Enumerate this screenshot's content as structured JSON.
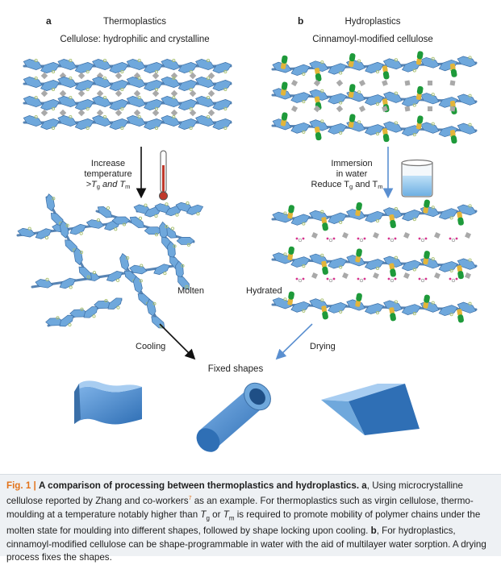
{
  "panel_a": {
    "letter": "a",
    "heading": "Thermoplastics",
    "subheading": "Cellulose: hydrophilic and crystalline",
    "step_line1": "Increase",
    "step_line2": "temperature",
    "step_line3_prefix": ">T",
    "step_line3_sub1": "g",
    "step_line3_mid": " and T",
    "step_line3_sub2": "m",
    "state_label": "Molten",
    "cooling_label": "Cooling"
  },
  "panel_b": {
    "letter": "b",
    "heading": "Hydroplastics",
    "subheading": "Cinnamoyl-modified cellulose",
    "step_line1": "Immersion",
    "step_line2": "in water",
    "step_line3_prefix": "Reduce T",
    "step_line3_sub1": "g",
    "step_line3_mid": " and T",
    "step_line3_sub2": "m",
    "state_label": "Hydrated",
    "drying_label": "Drying"
  },
  "shapes_label": "Fixed shapes",
  "colors": {
    "ring": "#6fa8dc",
    "ring_stroke": "#3c6fa6",
    "link": "#a8c070",
    "cinnamoyl_green": "#1e9a3a",
    "cinnamoyl_yellow": "#e3b53a",
    "grey_block": "#a9a9a9",
    "water_h": "#d6338e",
    "thermometer": "#c0392b",
    "fig_label": "#e2731a"
  },
  "caption": {
    "fig_label": "Fig. 1 |",
    "title": "A comparison of processing between thermoplastics and hydroplastics.",
    "a_label": "a",
    "text1": ", Using microcrystalline cellulose reported by Zhang and co-workers",
    "ref": "7",
    "text2": " as an example. For thermoplastics such as virgin cellulose, thermo-moulding at a temperature notably higher than ",
    "tg": "T",
    "tg_sub": "g",
    "or": " or ",
    "tm": "T",
    "tm_sub": "m",
    "text3": " is required to promote mobility of polymer chains under the molten state for moulding into different shapes, followed by shape locking upon cooling. ",
    "b_label": "b",
    "text4": ", For hydroplastics, cinnamoyl-modified cellulose can be shape-programmable in water with the aid of multilayer water sorption. A drying process fixes the shapes."
  }
}
